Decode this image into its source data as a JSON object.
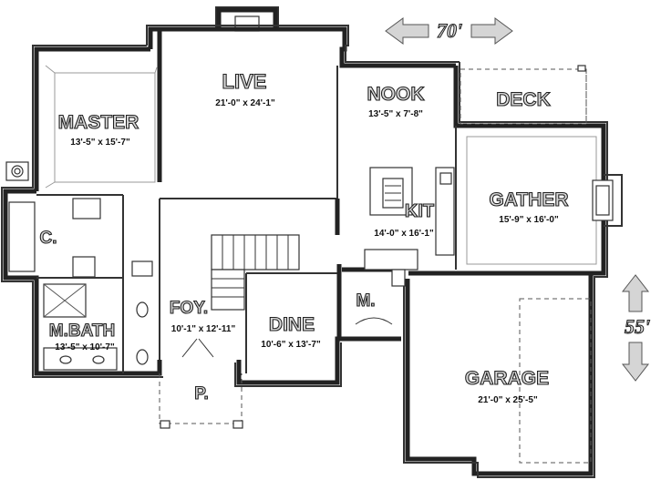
{
  "rooms": {
    "live": {
      "name": "LIVE",
      "size": "21'-0\" x 24'-1\""
    },
    "master": {
      "name": "MASTER",
      "size": "13'-5\" x 15'-7\""
    },
    "nook": {
      "name": "NOOK",
      "size": "13'-5\" x 7'-8\""
    },
    "deck": {
      "name": "DECK"
    },
    "gather": {
      "name": "GATHER",
      "size": "15'-9\" x 16'-0\""
    },
    "kit": {
      "name": "KIT",
      "size": "14'-0\" x 16'-1\""
    },
    "closet": {
      "name": "C."
    },
    "mbath": {
      "name": "M.BATH",
      "size": "13'-5\" x 10'-7\""
    },
    "foyer": {
      "name": "FOY.",
      "size": "10'-1\" x 12'-11\""
    },
    "dine": {
      "name": "DINE",
      "size": "10'-6\" x 13'-7\""
    },
    "mud": {
      "name": "M."
    },
    "garage": {
      "name": "GARAGE",
      "size": "21'-0\" x 25'-5\""
    },
    "porch": {
      "name": "P."
    }
  },
  "overall": {
    "width": "70'",
    "depth": "55'"
  }
}
